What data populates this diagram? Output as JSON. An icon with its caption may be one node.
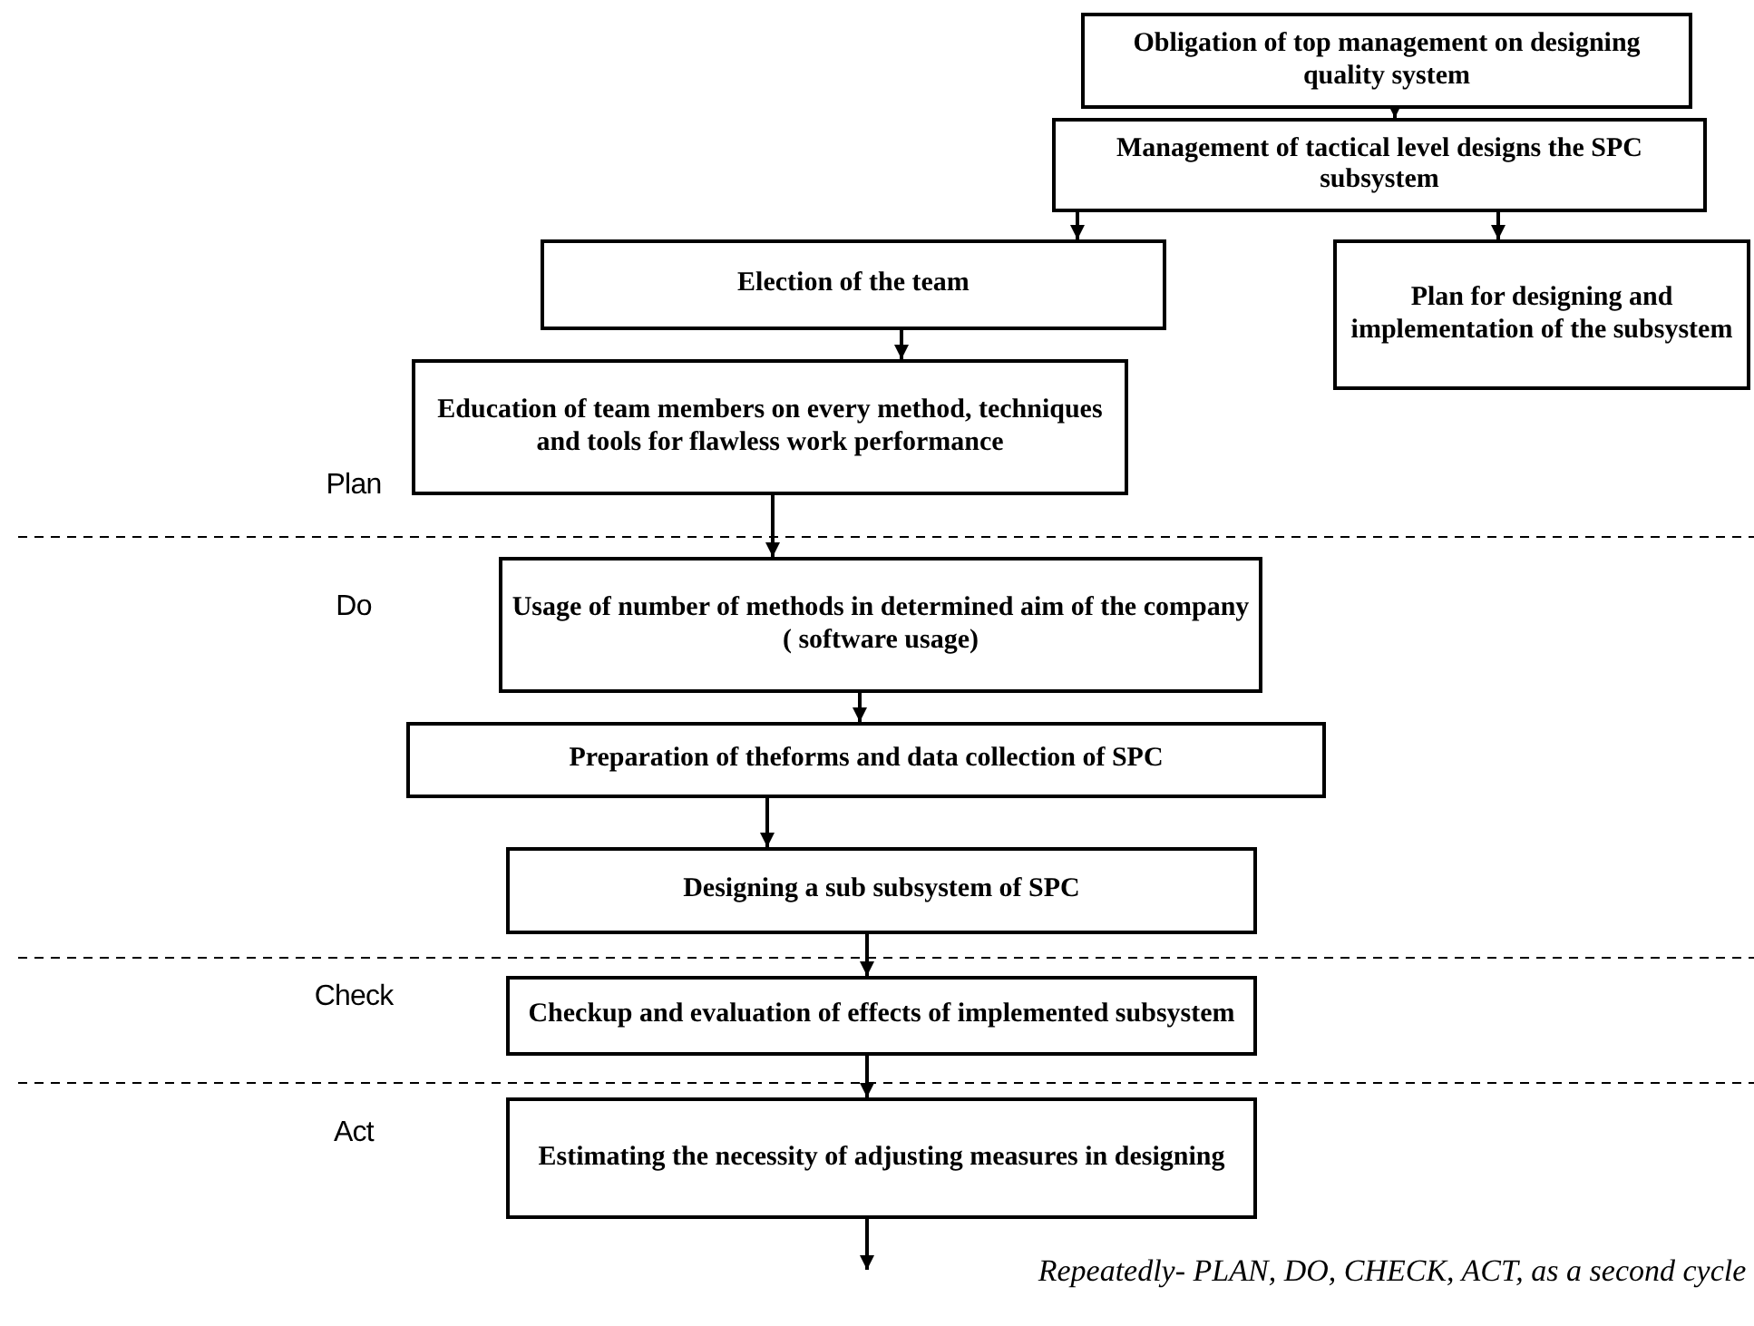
{
  "diagram": {
    "nodes": [
      {
        "text": [
          "Obligation of top management on designing quality system"
        ]
      },
      {
        "text": [
          "Management of tactical level designs the SPC subsystem"
        ]
      },
      {
        "text": [
          "Election of the team"
        ]
      },
      {
        "text": [
          "Plan for designing and implementation of the subsystem"
        ]
      },
      {
        "text": [
          "Education of team members on every method, techniques and tools for flawless work performance"
        ]
      },
      {
        "text": [
          "Usage of number of methods in determined aim of the company ( software usage)"
        ]
      },
      {
        "text": [
          "Preparation of theforms and data collection of SPC"
        ]
      },
      {
        "text": [
          "Designing a sub subsystem of SPC"
        ]
      },
      {
        "text": [
          "Checkup and evaluation of effects of implemented subsystem"
        ]
      },
      {
        "text": [
          "Estimating the necessity of adjusting measures in designing"
        ]
      }
    ],
    "edges": [
      {
        "from": 0,
        "to": 1,
        "arrow": "to"
      },
      {
        "from": 1,
        "to": 2,
        "arrow": "to"
      },
      {
        "from": 1,
        "to": 3,
        "arrow": "to"
      },
      {
        "from": 2,
        "to": 4,
        "arrow": "to"
      },
      {
        "from": 4,
        "to": 5,
        "arrow": "to"
      },
      {
        "from": 5,
        "to": 6,
        "arrow": "to"
      },
      {
        "from": 6,
        "to": 7,
        "arrow": "to"
      },
      {
        "from": 7,
        "to": 8,
        "arrow": "to"
      },
      {
        "from": 8,
        "to": 9,
        "arrow": "to"
      },
      {
        "from": 9,
        "to": null,
        "arrow": "to"
      }
    ],
    "labels": [
      "Plan",
      "Do",
      "Check",
      "Act",
      "Repeatedly- PLAN, DO, CHECK, ACT, as a second cycle"
    ]
  }
}
